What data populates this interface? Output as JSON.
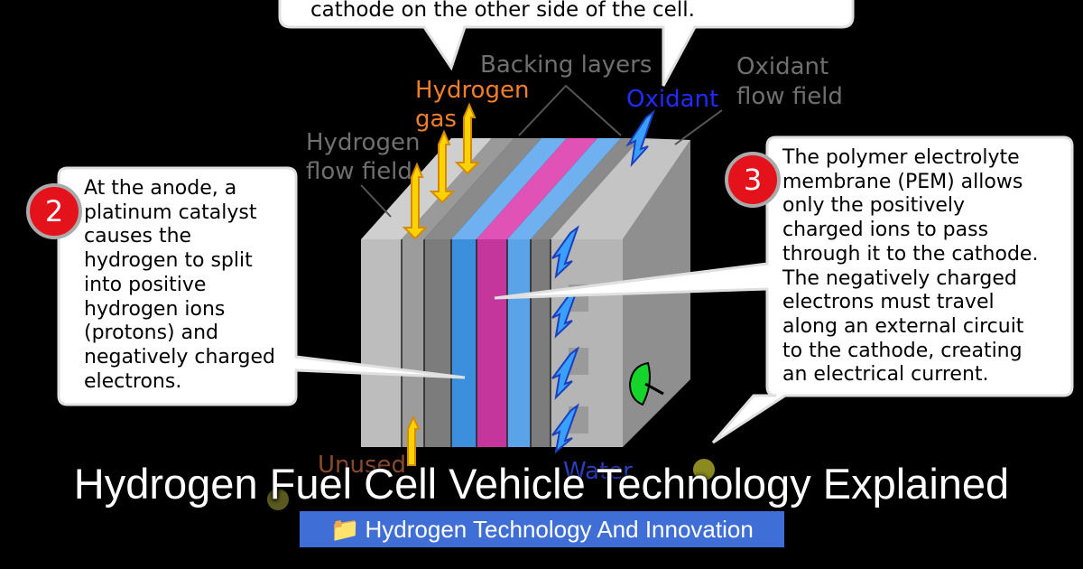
{
  "diagram": {
    "labels": {
      "hydrogen_gas_line1": "Hydrogen",
      "hydrogen_gas_line2": "gas",
      "backing_layers": "Backing layers",
      "oxidant": "Oxidant",
      "oxidant_flow_field_line1": "Oxidant",
      "oxidant_flow_field_line2": "flow field",
      "hydrogen_flow_field_line1": "Hydrogen",
      "hydrogen_flow_field_line2": "flow field",
      "unused_line1": "Unused",
      "water": "Water"
    },
    "callouts": {
      "top_fragment": "cathode on the other side of the cell.",
      "step2": {
        "number": "2",
        "lines": [
          "At the anode, a",
          "platinum catalyst",
          "causes the",
          "hydrogen to split",
          "into positive",
          "hydrogen ions",
          "(protons) and",
          "negatively charged",
          "electrons."
        ]
      },
      "step3": {
        "number": "3",
        "lines": [
          "The polymer electrolyte",
          "membrane (PEM) allows",
          "only the positively",
          "charged ions to pass",
          "through it to the cathode.",
          "The negatively charged",
          "electrons must travel",
          "along an external circuit",
          "to the cathode, creating",
          "an electrical current."
        ]
      }
    },
    "colors": {
      "hydrogen_label": "#f07f2a",
      "oxidant_label": "#1f2cff",
      "gray_label": "#6f6f6f",
      "membrane": "#d13fa3",
      "electrode": "#5aa3e8",
      "hydrogen_arrow": "#ffd200",
      "oxidant_arrow": "#3aa0ff",
      "badge": "#e4121b"
    }
  },
  "overlay": {
    "title": "Hydrogen Fuel Cell Vehicle Technology Explained",
    "category_icon": "folder-icon",
    "category": "Hydrogen Technology And Innovation",
    "category_color": "#3f6fd6"
  }
}
